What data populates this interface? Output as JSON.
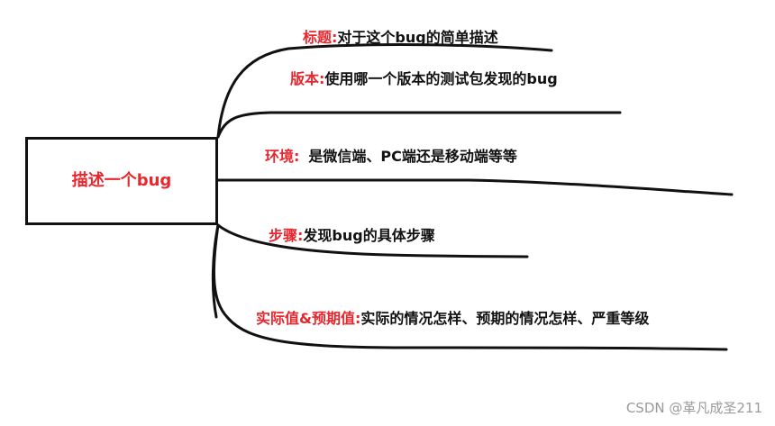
{
  "root": {
    "label": "描述一个bug"
  },
  "branches": [
    {
      "key": "标题:",
      "value": "对于这个bug的简单描述"
    },
    {
      "key": "版本:",
      "value": "使用哪一个版本的测试包发现的bug"
    },
    {
      "key": "环境:",
      "value": "是微信端、PC端还是移动端等等"
    },
    {
      "key": "步骤:",
      "value": "发现bug的具体步骤"
    },
    {
      "key": "实际值&预期值:",
      "value": "实际的情况怎样、预期的情况怎样、严重等级"
    }
  ],
  "watermark": "CSDN @革凡成圣211",
  "colors": {
    "key": "#e8262d",
    "text": "#111111",
    "line": "#111111",
    "watermark": "#9a9a9a"
  }
}
